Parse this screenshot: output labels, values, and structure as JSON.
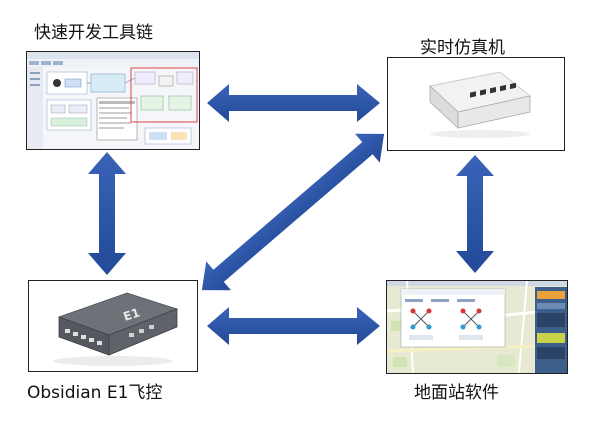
{
  "nodes": {
    "toolchain": {
      "label": "快速开发工具链"
    },
    "rt_sim": {
      "label": "实时仿真机"
    },
    "flight_controller": {
      "label": "Obsidian E1飞控"
    },
    "ground_station": {
      "label": "地面站软件"
    }
  },
  "colors": {
    "arrow": "#2f56a8",
    "arrow_dark": "#1f3f86",
    "box_border": "#222222"
  },
  "icons": [
    "software-screenshot-icon",
    "simulator-device-icon",
    "flight-controller-device-icon",
    "ground-station-screenshot-icon"
  ]
}
